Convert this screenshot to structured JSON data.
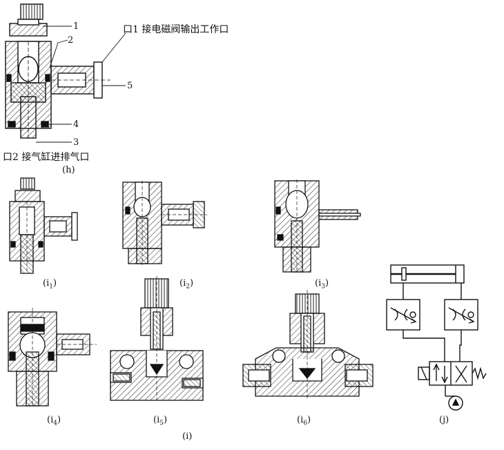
{
  "figure_h": {
    "port1_label": "口1 接电磁阀输出工作口",
    "port2_label": "口2 接气缸进排气口",
    "caption": "(h)",
    "callouts": [
      "1",
      "2",
      "3",
      "4",
      "5"
    ]
  },
  "figure_i": {
    "subcaptions": [
      {
        "pre": "(i",
        "sub": "1",
        "post": ")"
      },
      {
        "pre": "(i",
        "sub": "2",
        "post": ")"
      },
      {
        "pre": "(i",
        "sub": "3",
        "post": ")"
      },
      {
        "pre": "(i",
        "sub": "4",
        "post": ")"
      },
      {
        "pre": "(i",
        "sub": "5",
        "post": ")"
      },
      {
        "pre": "(i",
        "sub": "6",
        "post": ")"
      }
    ],
    "caption": "(i)"
  },
  "figure_j": {
    "caption": "(j)",
    "spring_symbol": "W"
  }
}
